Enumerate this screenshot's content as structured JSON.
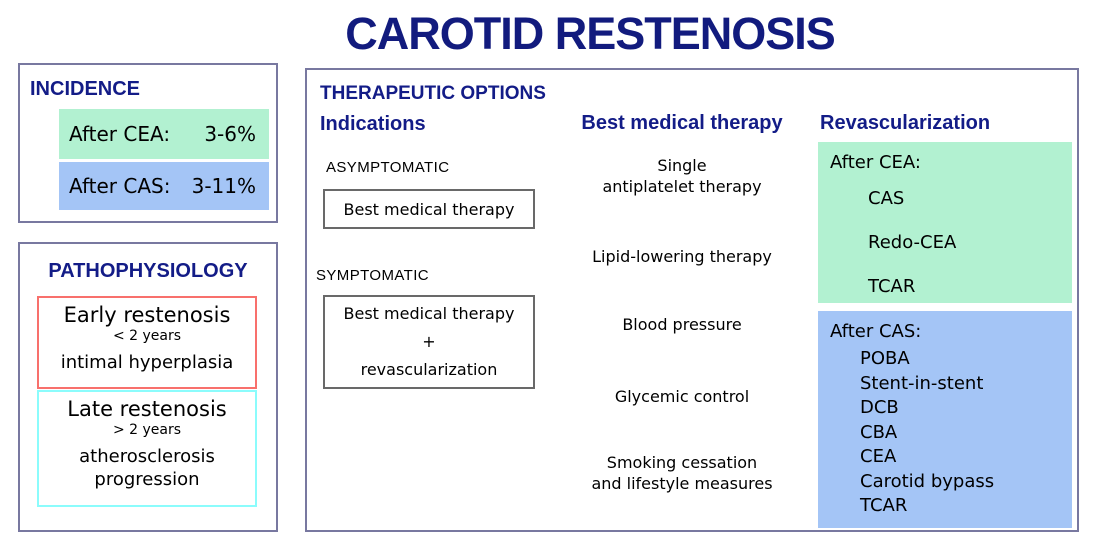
{
  "title": "CAROTID RESTENOSIS",
  "incidence": {
    "heading": "INCIDENCE",
    "rows": [
      {
        "label": "After CEA:",
        "value": "3-6%"
      },
      {
        "label": "After CAS:",
        "value": "3-11%"
      }
    ]
  },
  "pathophysiology": {
    "heading": "PATHOPHYSIOLOGY",
    "early": {
      "title": "Early restenosis",
      "subtitle": "< 2 years",
      "body": "intimal hyperplasia"
    },
    "late": {
      "title": "Late restenosis",
      "subtitle": "> 2 years",
      "body": "atherosclerosis\nprogression"
    }
  },
  "therapeutic": {
    "heading": "THERAPEUTIC OPTIONS",
    "indications": {
      "heading": "Indications",
      "asymptomatic_label": "ASYMPTOMATIC",
      "asymptomatic_box": "Best medical therapy",
      "symptomatic_label": "SYMPTOMATIC",
      "symptomatic_box": "Best medical therapy\n+\nrevascularization"
    },
    "best_medical_therapy": {
      "heading": "Best medical therapy",
      "items": [
        "Single\nantiplatelet therapy",
        "Lipid-lowering therapy",
        "Blood pressure",
        "Glycemic control",
        "Smoking cessation\nand lifestyle measures"
      ]
    },
    "revascularization": {
      "heading": "Revascularization",
      "after_cea": {
        "label": "After CEA:",
        "items": [
          "CAS",
          "Redo-CEA",
          "TCAR"
        ]
      },
      "after_cas": {
        "label": "After CAS:",
        "items": [
          "POBA",
          "Stent-in-stent",
          "DCB",
          "CBA",
          "CEA",
          "Carotid bypass",
          "TCAR"
        ]
      }
    }
  },
  "colors": {
    "navy_text": "#131c87",
    "mint_fill": "#b2f1d1",
    "blue_fill": "#a4c5f6",
    "red_border": "#f8706c",
    "cyan_border": "#8bfcfc",
    "panel_border": "#7878a0",
    "inner_box_border": "#696969"
  }
}
